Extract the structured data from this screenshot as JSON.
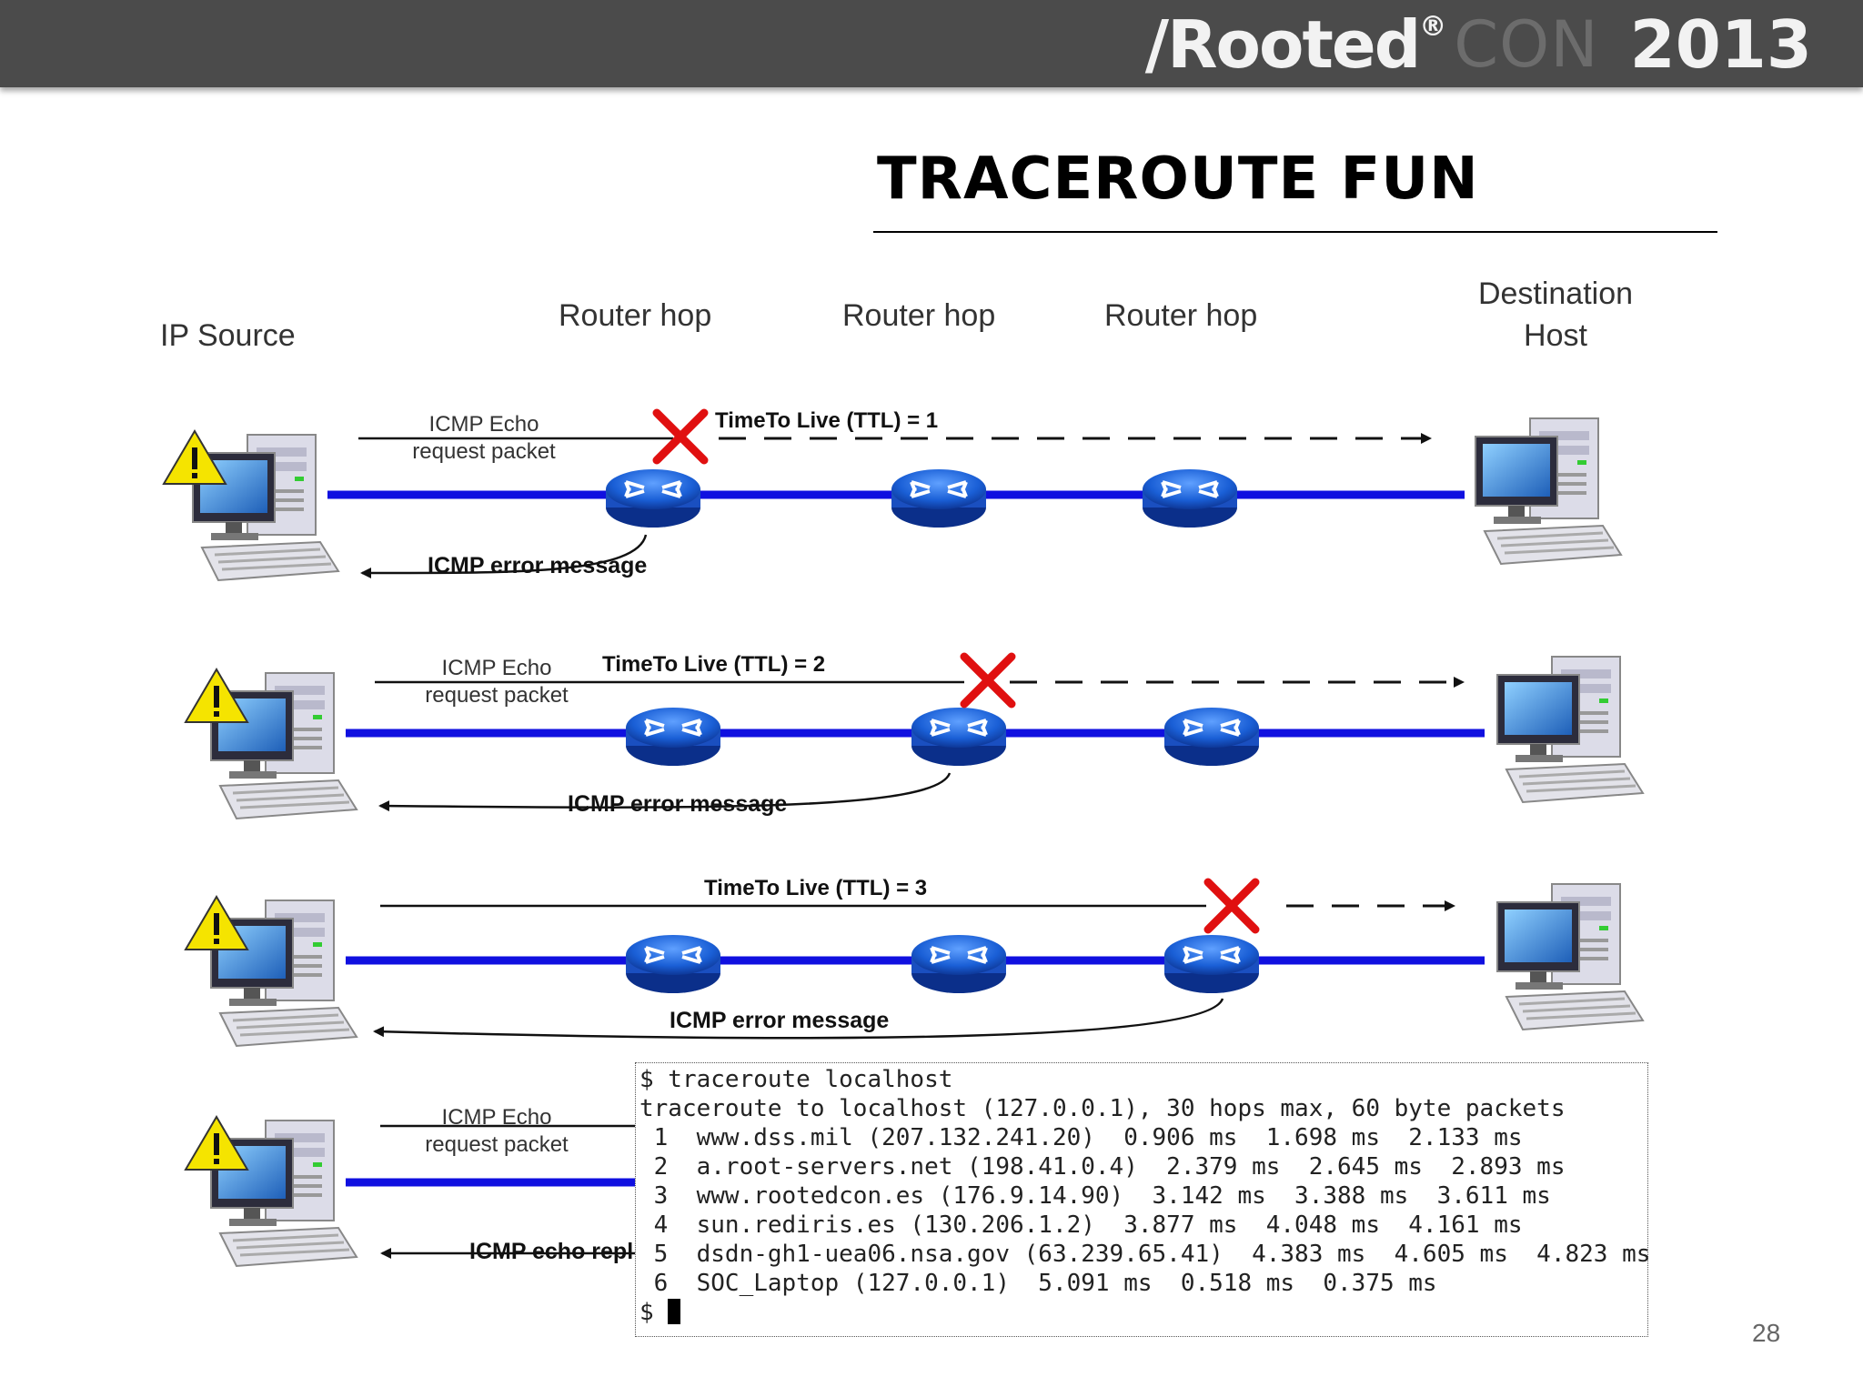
{
  "header": {
    "brand_rooted": "/Rooted",
    "brand_reg": "®",
    "brand_con": "CON",
    "brand_year": "2013"
  },
  "slide": {
    "title": "TRACEROUTE FUN",
    "page_number": "28"
  },
  "columns": {
    "ip_source": "IP Source",
    "router_hop": "Router hop",
    "destination_line1": "Destination",
    "destination_line2": "Host"
  },
  "rows": [
    {
      "echo_line1": "ICMP Echo",
      "echo_line2": "request packet",
      "ttl": "TimeTo Live (TTL) = 1",
      "return_label": "ICMP error message"
    },
    {
      "echo_line1": "ICMP Echo",
      "echo_line2": "request packet",
      "ttl": "TimeTo Live (TTL) = 2",
      "return_label": "ICMP error message"
    },
    {
      "echo_line1": "",
      "echo_line2": "",
      "ttl": "TimeTo Live (TTL) = 3",
      "return_label": "ICMP error message"
    },
    {
      "echo_line1": "ICMP Echo",
      "echo_line2": "request packet",
      "ttl": "",
      "return_label": "ICMP echo repl"
    }
  ],
  "terminal": {
    "lines": [
      "$ traceroute localhost",
      "traceroute to localhost (127.0.0.1), 30 hops max, 60 byte packets",
      " 1  www.dss.mil (207.132.241.20)  0.906 ms  1.698 ms  2.133 ms",
      " 2  a.root-servers.net (198.41.0.4)  2.379 ms  2.645 ms  2.893 ms",
      " 3  www.rootedcon.es (176.9.14.90)  3.142 ms  3.388 ms  3.611 ms",
      " 4  sun.rediris.es (130.206.1.2)  3.877 ms  4.048 ms  4.161 ms",
      " 5  dsdn-gh1-uea06.nsa.gov (63.239.65.41)  4.383 ms  4.605 ms  4.823 ms",
      " 6  SOC_Laptop (127.0.0.1)  5.091 ms  0.518 ms  0.375 ms"
    ],
    "prompt": "$ "
  },
  "colors": {
    "link_blue": "#1010e0",
    "router_blue": "#1a5fd6",
    "fail_red": "#e01010",
    "warning_yellow": "#f5e400"
  }
}
